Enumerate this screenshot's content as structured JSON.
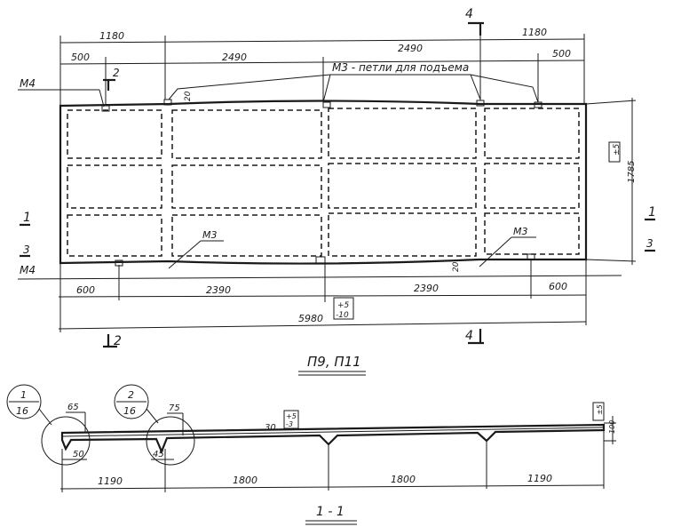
{
  "plan": {
    "top_dims": [
      "1180",
      "2490",
      "2490",
      "1180"
    ],
    "top_dims2": [
      "500",
      "500"
    ],
    "bottom_dims": [
      "600",
      "2390",
      "2390",
      "600"
    ],
    "total_length": "5980",
    "total_tol_top": "+5",
    "total_tol_bottom": "-10",
    "width_dim": "1785",
    "width_tol": "±5",
    "small_dim": "20",
    "small_dim_right": "20",
    "note": "М3 - петли для подъема",
    "label_m4_top": "М4",
    "label_m4_bottom": "М4",
    "label_m3_left": "М3",
    "label_m3_right": "М3",
    "section_marks": {
      "s1_left": "1",
      "s1_right": "1",
      "s2_top": "2",
      "s2_bottom": "2",
      "s3_left": "3",
      "s3_right": "3",
      "s4_top": "4",
      "s4_bottom": "4"
    }
  },
  "titles": {
    "plan_title": "П9, П11",
    "section_title": "1 - 1"
  },
  "section": {
    "callout1_top": "1",
    "callout1_bottom": "16",
    "callout2_top": "2",
    "callout2_bottom": "16",
    "dim_65": "65",
    "dim_75": "75",
    "dim_50": "50",
    "dim_45": "45",
    "dim_30": "30",
    "tol_top": "+5",
    "tol_bottom": "-3",
    "height_dim": "100",
    "height_tol": "±5",
    "bottom_dims": [
      "1190",
      "1800",
      "1800",
      "1190"
    ]
  }
}
